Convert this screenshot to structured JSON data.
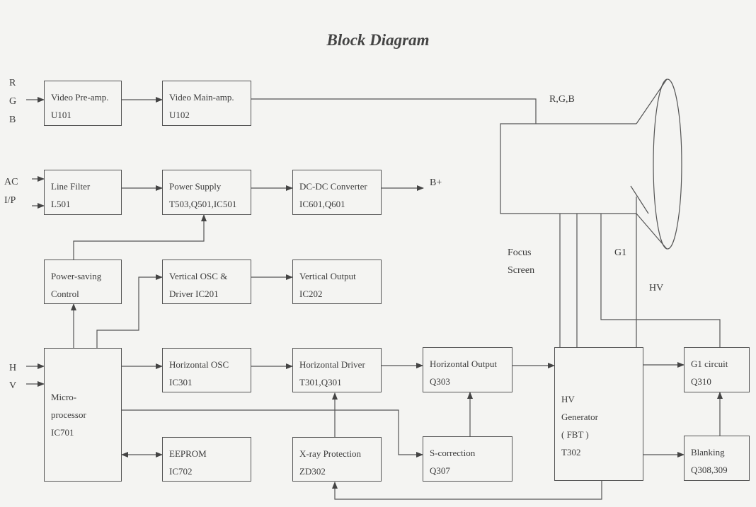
{
  "title": "Block Diagram",
  "blocks": {
    "video_preamp": {
      "name": "Video Pre-amp.",
      "part": "U101"
    },
    "video_mainamp": {
      "name": "Video Main-amp.",
      "part": "U102"
    },
    "line_filter": {
      "name": "Line Filter",
      "part": "L501"
    },
    "power_supply": {
      "name": "Power Supply",
      "part": "T503,Q501,IC501"
    },
    "dcdc": {
      "name": "DC-DC Converter",
      "part": "IC601,Q601"
    },
    "power_saving": {
      "name": "Power-saving",
      "part": "Control"
    },
    "vertical_osc": {
      "name": "Vertical OSC &",
      "part": "Driver IC201"
    },
    "vertical_output": {
      "name": "Vertical Output",
      "part": "IC202"
    },
    "micro": {
      "lines": [
        "Micro-",
        "processor",
        "IC701"
      ]
    },
    "horizontal_osc": {
      "name": "Horizontal OSC",
      "part": "IC301"
    },
    "horizontal_driver": {
      "name": "Horizontal Driver",
      "part": "T301,Q301"
    },
    "horizontal_output": {
      "name": "Horizontal Output",
      "part": "Q303"
    },
    "eeprom": {
      "name": "EEPROM",
      "part": "IC702"
    },
    "xray": {
      "name": "X-ray Protection",
      "part": "ZD302"
    },
    "scorrection": {
      "name": "S-correction",
      "part": "Q307"
    },
    "hv_gen": {
      "lines": [
        "HV",
        "Generator",
        "( FBT )",
        "T302"
      ]
    },
    "g1_circuit": {
      "name": "G1 circuit",
      "part": "Q310"
    },
    "blanking": {
      "name": "Blanking",
      "part": "Q308,309"
    }
  },
  "labels": {
    "r": "R",
    "g": "G",
    "b": "B",
    "ac": "AC",
    "ip": "I/P",
    "h": "H",
    "v": "V",
    "bplus": "B+",
    "rgb": "R,G,B",
    "focus": "Focus",
    "screen": "Screen",
    "g1": "G1",
    "hv": "HV"
  }
}
